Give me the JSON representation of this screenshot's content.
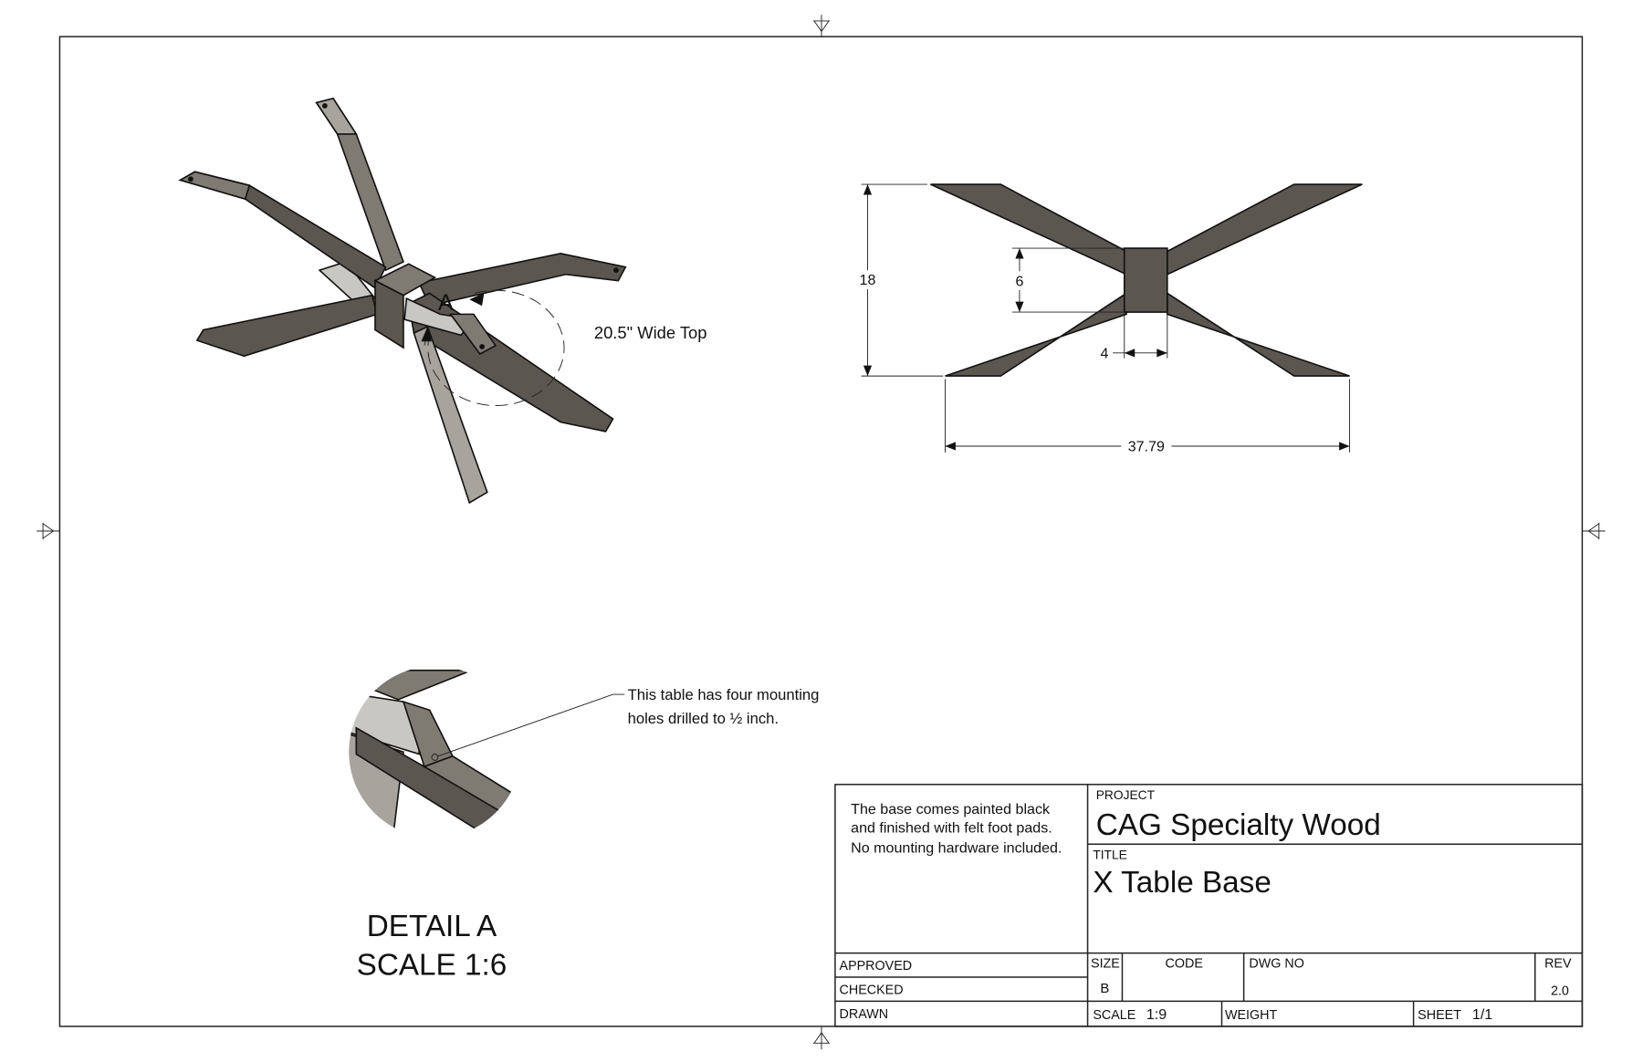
{
  "iso_view": {
    "note": "20.5\" Wide Top",
    "callout_letter": "A"
  },
  "front_view": {
    "dim_height": "18",
    "dim_hub_height": "6",
    "dim_hub_width": "4",
    "dim_width": "37.79"
  },
  "detail": {
    "note_line1": "This table has four mounting",
    "note_line2": "holes drilled to ½ inch.",
    "title": "DETAIL A",
    "scale": "SCALE 1:6"
  },
  "title_block": {
    "notes": [
      "The base comes painted black",
      "and finished with felt foot pads.",
      "No mounting hardware included."
    ],
    "project_label": "PROJECT",
    "project": "CAG Specialty Wood",
    "title_label": "TITLE",
    "title": "X Table Base",
    "approved_label": "APPROVED",
    "checked_label": "CHECKED",
    "drawn_label": "DRAWN",
    "size_label": "SIZE",
    "size": "B",
    "code_label": "CODE",
    "dwg_no_label": "DWG NO",
    "rev_label": "REV",
    "rev": "2.0",
    "scale_label": "SCALE",
    "scale": "1:9",
    "weight_label": "WEIGHT",
    "sheet_label": "SHEET",
    "sheet": "1/1"
  }
}
